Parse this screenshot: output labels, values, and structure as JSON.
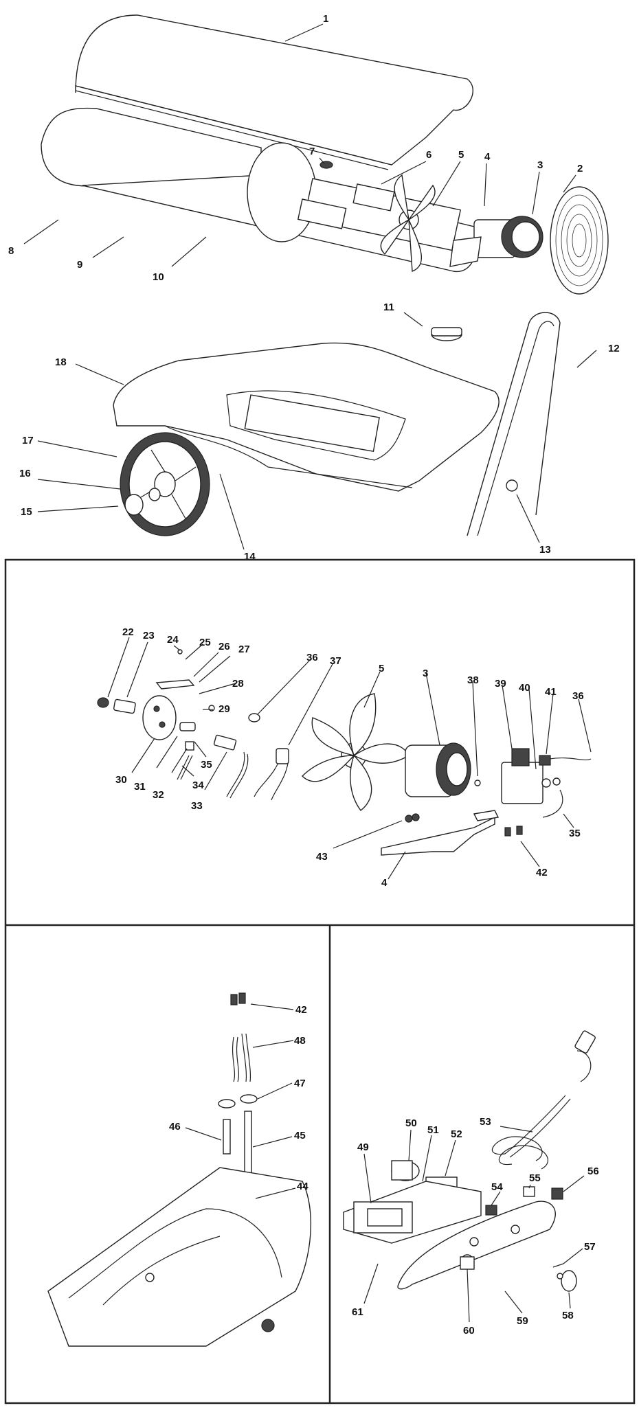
{
  "sections": {
    "top": {
      "labels": [
        "1",
        "2",
        "3",
        "4",
        "5",
        "6",
        "7",
        "8",
        "9",
        "10",
        "11",
        "12",
        "13",
        "14",
        "15",
        "16",
        "17",
        "18"
      ]
    },
    "burner": {
      "labels": [
        "22",
        "23",
        "24",
        "25",
        "26",
        "27",
        "28",
        "29",
        "36",
        "37",
        "5",
        "3",
        "38",
        "39",
        "40",
        "41",
        "36",
        "30",
        "31",
        "32",
        "34",
        "35",
        "33",
        "35",
        "43",
        "4",
        "42"
      ]
    },
    "tank": {
      "labels": [
        "42",
        "48",
        "47",
        "46",
        "45",
        "44"
      ]
    },
    "electrical": {
      "labels": [
        "50",
        "51",
        "52",
        "53",
        "49",
        "54",
        "55",
        "56",
        "57",
        "61",
        "60",
        "59",
        "58"
      ]
    }
  }
}
